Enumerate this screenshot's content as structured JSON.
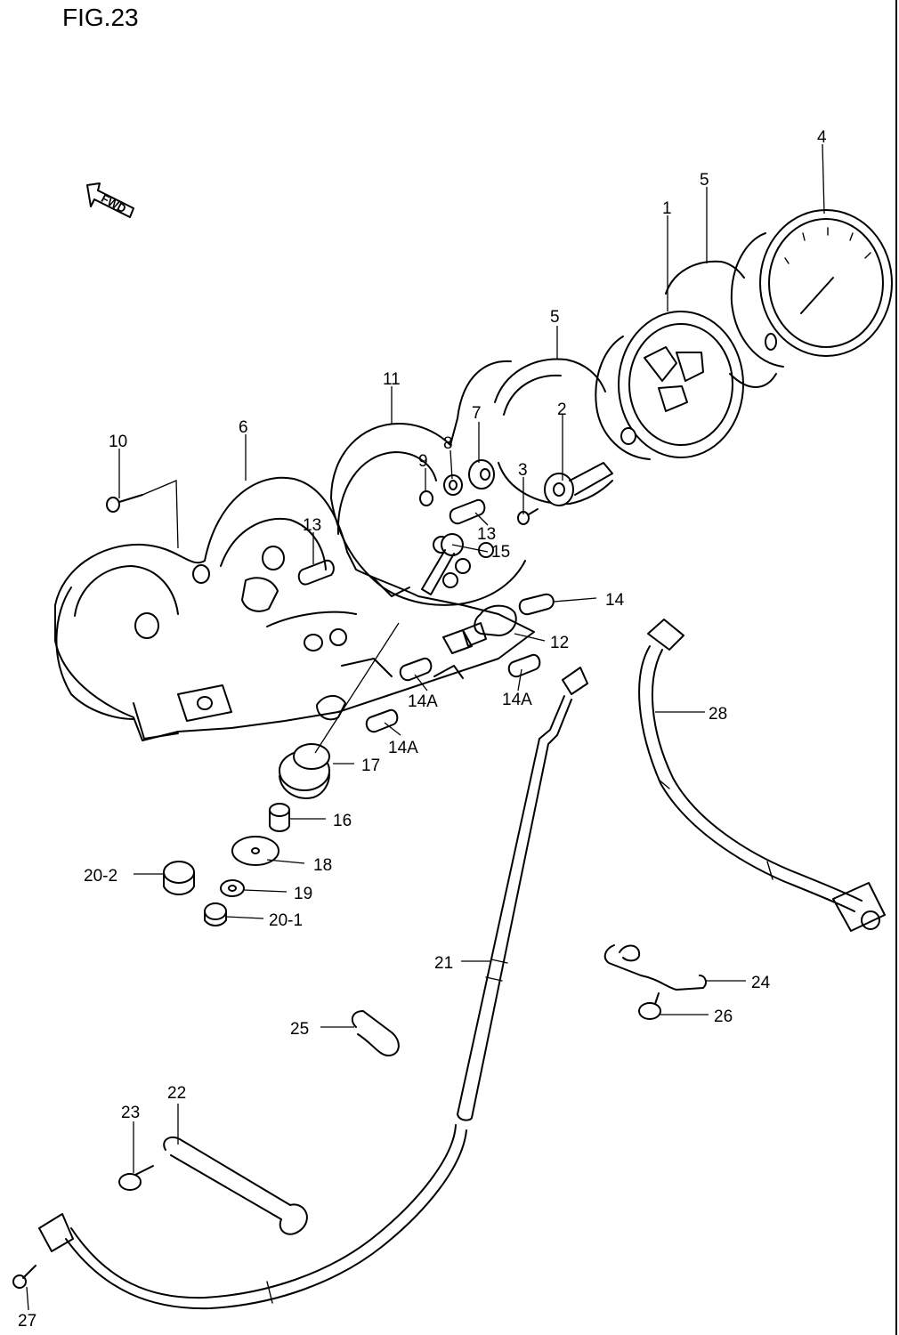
{
  "figure": {
    "title": "FIG.23",
    "direction_label": "FWD"
  },
  "callouts": [
    {
      "id": "c-1",
      "text": "1"
    },
    {
      "id": "c-2",
      "text": "2"
    },
    {
      "id": "c-3",
      "text": "3"
    },
    {
      "id": "c-4",
      "text": "4"
    },
    {
      "id": "c-5a",
      "text": "5"
    },
    {
      "id": "c-5b",
      "text": "5"
    },
    {
      "id": "c-6",
      "text": "6"
    },
    {
      "id": "c-7",
      "text": "7"
    },
    {
      "id": "c-8",
      "text": "8"
    },
    {
      "id": "c-9",
      "text": "9"
    },
    {
      "id": "c-10",
      "text": "10"
    },
    {
      "id": "c-11",
      "text": "11"
    },
    {
      "id": "c-12",
      "text": "12"
    },
    {
      "id": "c-13a",
      "text": "13"
    },
    {
      "id": "c-13b",
      "text": "13"
    },
    {
      "id": "c-14",
      "text": "14"
    },
    {
      "id": "c-14a1",
      "text": "14A"
    },
    {
      "id": "c-14a2",
      "text": "14A"
    },
    {
      "id": "c-14a3",
      "text": "14A"
    },
    {
      "id": "c-15",
      "text": "15"
    },
    {
      "id": "c-16",
      "text": "16"
    },
    {
      "id": "c-17",
      "text": "17"
    },
    {
      "id": "c-18",
      "text": "18"
    },
    {
      "id": "c-19",
      "text": "19"
    },
    {
      "id": "c-20-1",
      "text": "20-1"
    },
    {
      "id": "c-20-2",
      "text": "20-2"
    },
    {
      "id": "c-21",
      "text": "21"
    },
    {
      "id": "c-22",
      "text": "22"
    },
    {
      "id": "c-23",
      "text": "23"
    },
    {
      "id": "c-24",
      "text": "24"
    },
    {
      "id": "c-25",
      "text": "25"
    },
    {
      "id": "c-26",
      "text": "26"
    },
    {
      "id": "c-27",
      "text": "27"
    },
    {
      "id": "c-28",
      "text": "28"
    }
  ]
}
